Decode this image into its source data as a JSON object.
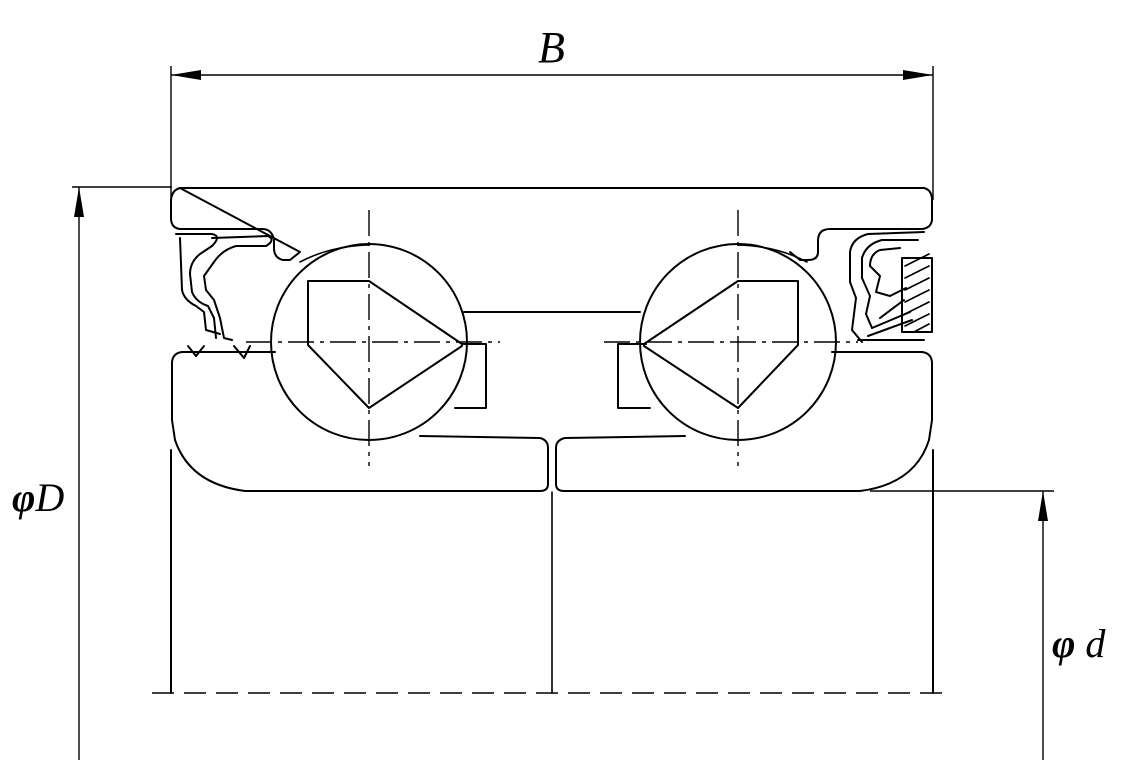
{
  "labels": {
    "width": "B",
    "outer_diameter_symbol": "φ",
    "outer_diameter_letter": "D",
    "inner_diameter_symbol": "φ",
    "inner_diameter_letter": "d"
  },
  "colors": {
    "line": "#000000",
    "background": "#ffffff"
  }
}
